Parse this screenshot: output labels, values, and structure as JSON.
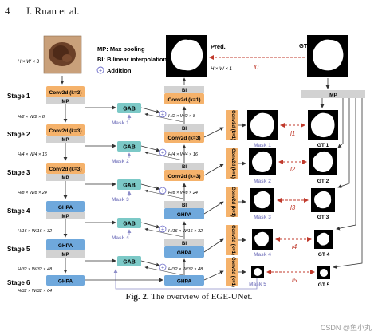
{
  "header": {
    "page_number": "4",
    "author": "J. Ruan et al."
  },
  "input": {
    "dims": "H × W × 3"
  },
  "legend": {
    "mp": "MP: Max pooling",
    "bi": "BI: Bilinear interpolation",
    "addition_symbol": "+",
    "addition": "Addition"
  },
  "pred": {
    "label": "Pred.",
    "dims": "H × W × 1"
  },
  "gt": {
    "label": "GT"
  },
  "loss": {
    "l0": "l0",
    "l1": "l1",
    "l2": "l2",
    "l3": "l3",
    "l4": "l4",
    "l5": "l5"
  },
  "stages": [
    {
      "label": "Stage 1",
      "block": "Conv2d (k=3)",
      "pool": "MP",
      "dims": "H/2 × W/2 × 8"
    },
    {
      "label": "Stage 2",
      "block": "Conv2d (k=3)",
      "pool": "MP",
      "dims": "H/4 × W/4 × 16"
    },
    {
      "label": "Stage 3",
      "block": "Conv2d (k=3)",
      "pool": "MP",
      "dims": "H/8 × W/8 × 24"
    },
    {
      "label": "Stage 4",
      "block": "GHPA",
      "pool": "MP",
      "dims": "H/16 × W/16 × 32"
    },
    {
      "label": "Stage 5",
      "block": "GHPA",
      "pool": "MP",
      "dims": "H/32 × W/32 × 48"
    },
    {
      "label": "Stage 6",
      "block": "GHPA",
      "pool": "",
      "dims": "H/32 × W/32 × 64"
    }
  ],
  "gab": "GAB",
  "mask_labels": [
    "Mask 1",
    "Mask 2",
    "Mask 3",
    "Mask 4"
  ],
  "decoder": [
    {
      "bi": "BI",
      "block": "Conv2d (k=1)",
      "dims": "H/2 × W/2 × 8"
    },
    {
      "bi": "BI",
      "block": "Conv2d (k=3)",
      "dims": "H/4 × W/4 × 16"
    },
    {
      "bi": "BI",
      "block": "Conv2d (k=3)",
      "dims": "H/8 × W/8 × 24"
    },
    {
      "bi": "BI",
      "block": "GHPA",
      "dims": "H/16 × W/16 × 32"
    },
    {
      "bi": "BI",
      "block": "GHPA",
      "dims": "H/32 × W/32 × 48"
    },
    {
      "bi": "",
      "block": "GHPA",
      "dims": ""
    }
  ],
  "heads": [
    "Conv2d (k=1)",
    "Conv2d (k=1)",
    "Conv2d (k=1)",
    "Conv2d (k=1)",
    "Conv2d (k=1)"
  ],
  "outputs": [
    {
      "mask": "Mask 1",
      "gt": "GT 1"
    },
    {
      "mask": "Mask 2",
      "gt": "GT 2"
    },
    {
      "mask": "Mask 3",
      "gt": "GT 3"
    },
    {
      "mask": "Mask 4",
      "gt": "GT 4"
    },
    {
      "mask": "Mask 5",
      "gt": "GT 5"
    }
  ],
  "gt_pool": "MP",
  "caption": {
    "label": "Fig. 2.",
    "text": "The overview of EGE-UNet."
  },
  "watermark": "CSDN @鱼小丸",
  "colors": {
    "orange": "#F5B26B",
    "gray": "#D2D2D2",
    "teal": "#7CC9C7",
    "blue": "#6FA8DC",
    "red": "#C0392B",
    "purple": "#8C8CC8",
    "arrow": "#333333"
  }
}
